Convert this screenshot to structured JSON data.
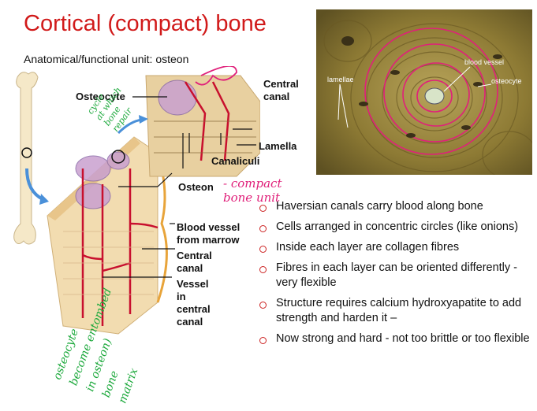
{
  "slide": {
    "title": "Cortical (compact) bone",
    "subtitle": "Anatomical/functional unit: osteon"
  },
  "diagram": {
    "labels": {
      "osteocyte": "Osteocyte",
      "central_canal_top": "Central\ncanal",
      "lamella": "Lamella",
      "canaliculi": "Canaliculi",
      "osteon": "Osteon",
      "blood_vessel": "Blood vessel\nfrom marrow",
      "central_canal_bottom": "Central\ncanal",
      "vessel_central": "Vessel\nin\ncentral\ncanal"
    }
  },
  "micrograph": {
    "labels": {
      "lamellae": "lamellae",
      "blood_vessel": "blood vessel",
      "osteocyte": "osteocyte"
    }
  },
  "annotations": {
    "compact_unit": "- compact\nbone unit",
    "cycle_note": "cycle\nat which\nbone\nrepair",
    "osteocyte_note": "osteocyte\nbecome entombed\nin osteon)\nbone\nmatrix"
  },
  "bullets": [
    "Haversian canals carry blood along bone",
    "Cells arranged in concentric circles (like onions)",
    "Inside each layer are collagen fibres",
    "Fibres in each layer can be oriented differently - very flexible",
    "Structure requires calcium hydroxyapatite to add strength and harden it –",
    "Now strong and hard - not too brittle or too flexible"
  ],
  "colors": {
    "title": "#d11a1a",
    "bullet_marker": "#c22222",
    "handwriting_red": "#e0207a",
    "handwriting_green": "#1aa83a"
  }
}
